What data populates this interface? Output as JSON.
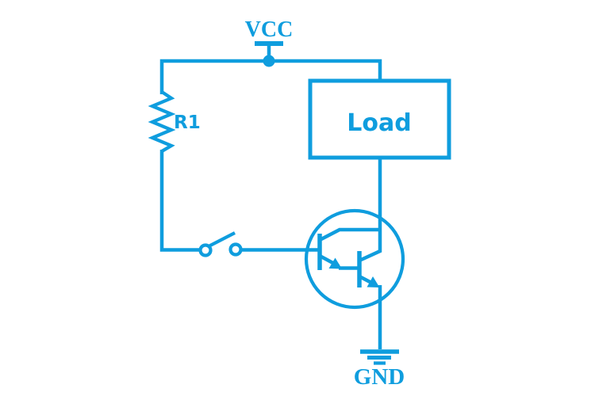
{
  "diagram": {
    "type": "circuit-schematic",
    "background": "#ffffff",
    "line_color": "#0f9dde",
    "labels": {
      "vcc": "VCC",
      "r1": "R1",
      "load": "Load",
      "gnd": "GND"
    },
    "symbols": [
      "vcc-power-rail-symbol",
      "junction-dot",
      "resistor-zigzag-symbol",
      "open-switch-symbol",
      "load-box",
      "darlington-npn-transistor-symbol",
      "ground-symbol"
    ]
  }
}
